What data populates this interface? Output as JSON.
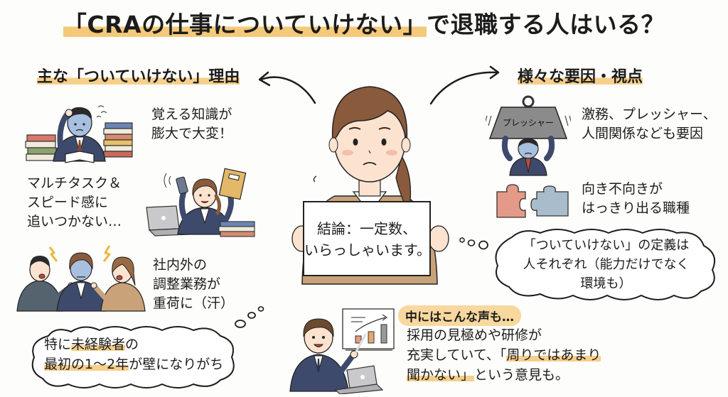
{
  "title": {
    "highlighted": "「CRAの仕事についていけない」",
    "rest": "で退職する人はいる？"
  },
  "left_section": {
    "heading": "主な「ついていけない」理由",
    "reasons": [
      {
        "illustration": "overwhelmed-studying-man-with-books",
        "lines": [
          "覚える知識が",
          "膨大で大変！"
        ]
      },
      {
        "illustration": "multitasking-woman-with-phone-and-files",
        "lines": [
          "マルチタスク＆",
          "スピード感に",
          "追いつかない…"
        ]
      },
      {
        "illustration": "woman-caught-between-arguing-colleagues",
        "lines": [
          "社内外の",
          "調整業務が",
          "重荷に（汗）"
        ]
      }
    ],
    "thought_bubble": {
      "line1_prefix": "特に",
      "line1_highlight": "未経験者",
      "line1_suffix": "の",
      "line2_highlight": "最初の1～2年",
      "line2_suffix": "が壁になりがち"
    }
  },
  "center": {
    "illustration": "worried-woman-holding-sign",
    "sign_lines": [
      "結論：一定数、",
      "いらっしゃいます。"
    ]
  },
  "right_section": {
    "heading": "様々な要因・視点",
    "factors": [
      {
        "illustration": "man-under-pressure-weight",
        "weight_label": "プレッシャー",
        "lines": [
          "激務、プレッシャー、",
          "人間関係なども要因"
        ]
      },
      {
        "illustration": "two-puzzle-pieces",
        "lines": [
          "向き不向きが",
          "はっきり出る職種"
        ]
      }
    ],
    "thought_bubble": {
      "lines": [
        "「ついていけない」の定義は",
        "人それぞれ（能力だけでなく",
        "環境も）"
      ]
    }
  },
  "voice": {
    "illustration": "man-presenting-chart-at-laptop",
    "label": "中にはこんな声も…",
    "line1": "採用の見極めや研修が",
    "line2_prefix": "充実していて、「",
    "line2_highlight": "周りではあまり",
    "line3_highlight": "聞かない」",
    "line3_suffix": "という意見も。"
  },
  "colors": {
    "highlight": "#f4c979",
    "suit_navy": "#3d4a6b",
    "suit_beige": "#c9a27a",
    "hair_brown": "#8a5a3c",
    "skin": "#fbe3cf",
    "puzzle_red": "#e49a88",
    "puzzle_blue": "#a9bccb",
    "weight_gray": "#8b8b8b"
  }
}
